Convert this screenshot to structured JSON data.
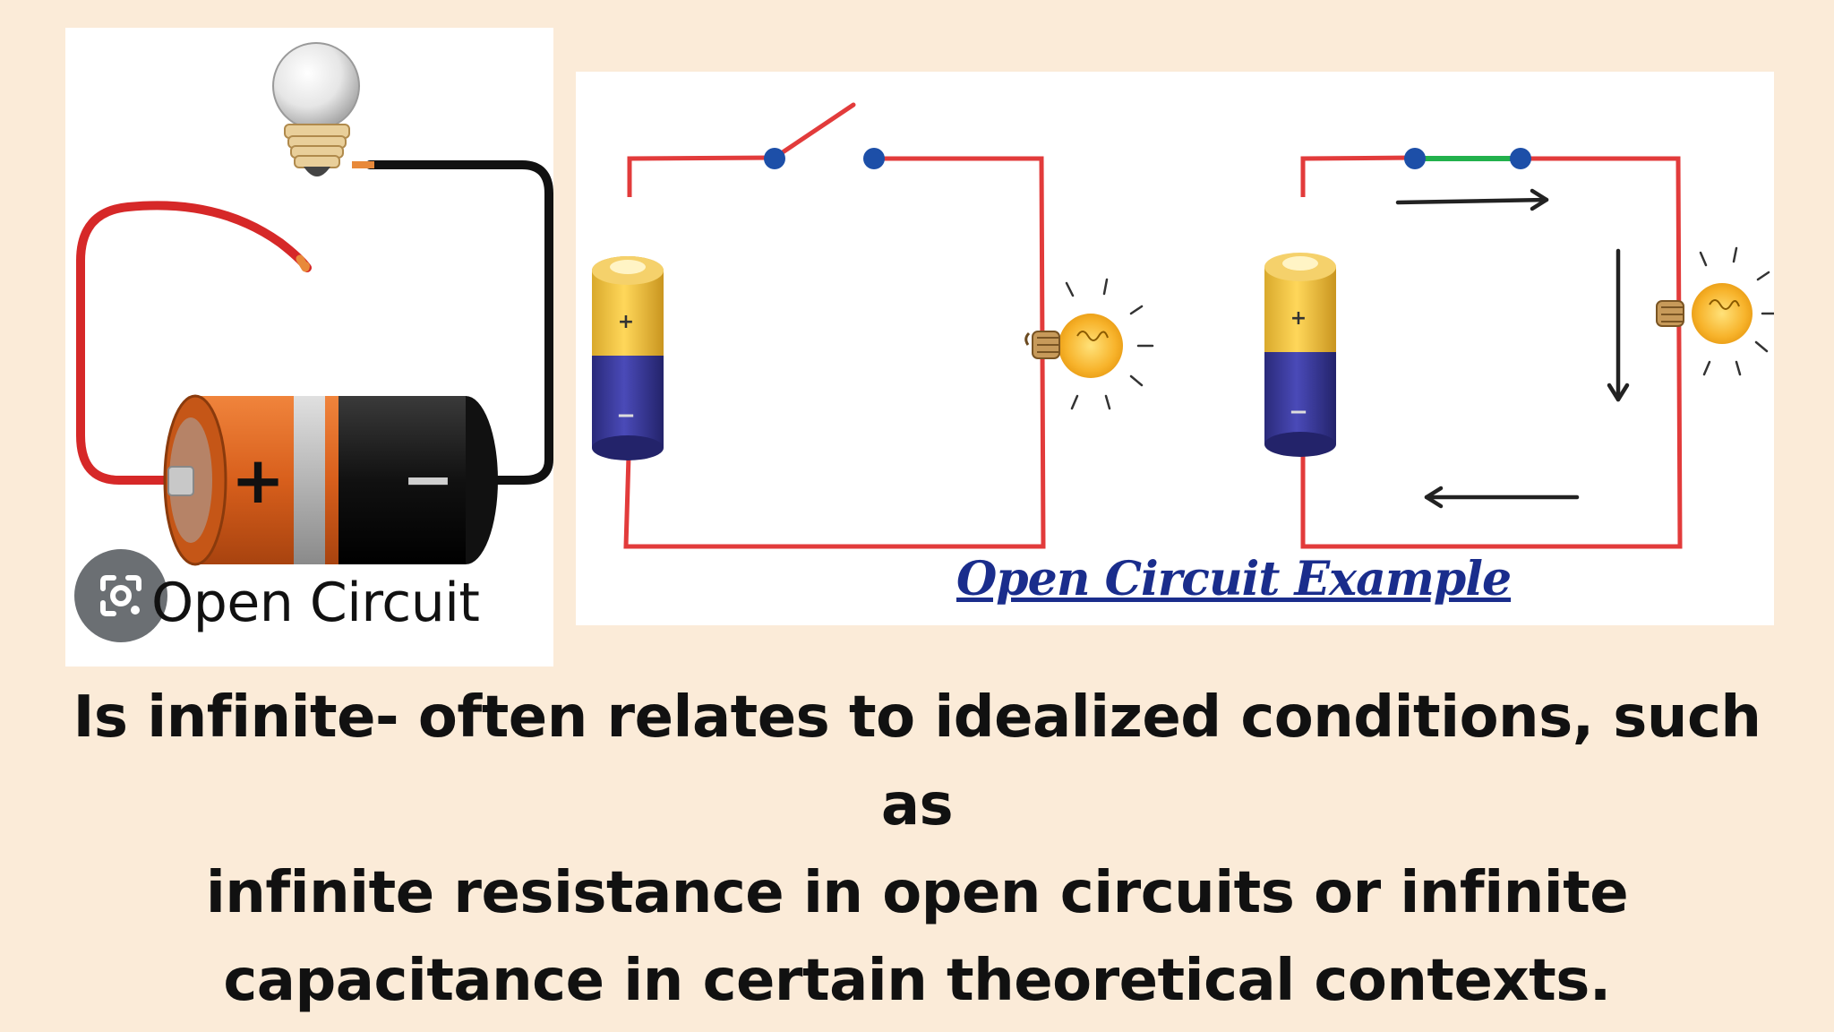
{
  "left_figure": {
    "title": "Open Circuit",
    "battery": {
      "positive_mark": "+",
      "negative_mark": "−"
    }
  },
  "right_figure": {
    "title": "Open Circuit Example",
    "battery_positive_mark": "+",
    "battery_negative_mark": "−"
  },
  "caption": {
    "line1": "Is infinite- often relates to idealized conditions, such as",
    "line2": "infinite resistance in open circuits or infinite",
    "line3": "capacitance in certain theoretical contexts."
  },
  "colors": {
    "background": "#fbebd8",
    "wire": "#e23b3b",
    "closed_switch": "#22b14c",
    "terminal": "#1d4fa8",
    "battery_top": "#f4c84a",
    "battery_bottom": "#3a3a9c",
    "title_blue": "#1a2d8c"
  },
  "icons": {
    "lens": "google-lens-icon",
    "bulb": "light-bulb-icon",
    "battery": "battery-icon"
  }
}
